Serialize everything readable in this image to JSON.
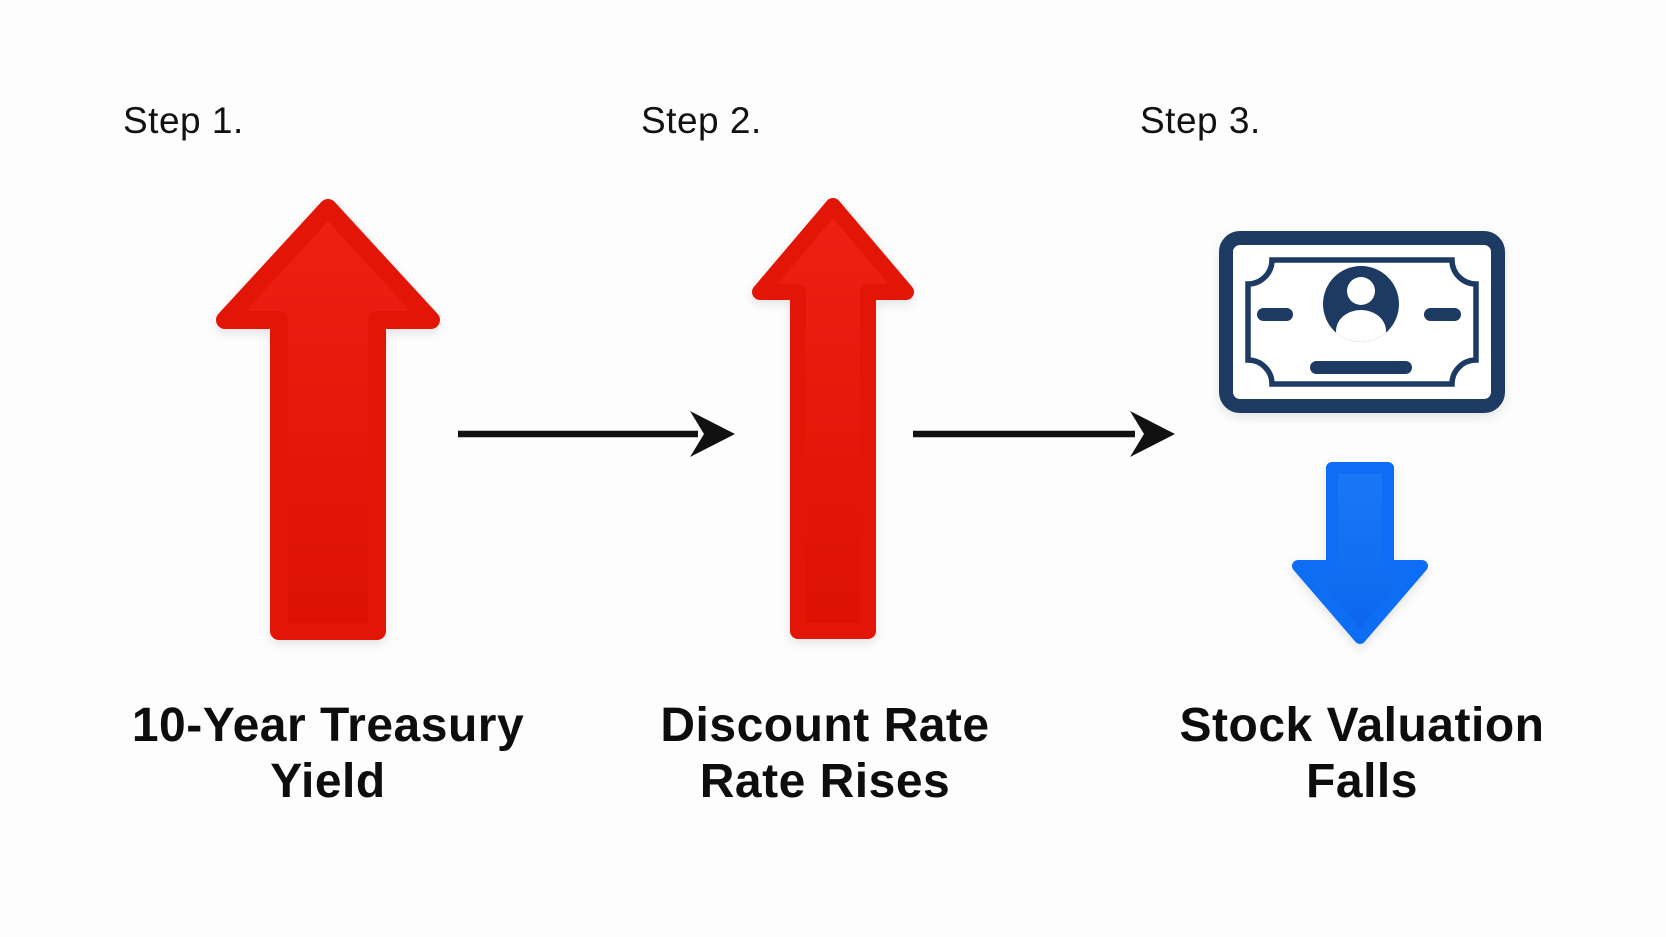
{
  "diagram": {
    "title_hint": "3-step flow: rising treasury yield raises discount rate which lowers stock valuation",
    "background": "#fdfdfd"
  },
  "colors": {
    "arrow_red": "#e31507",
    "arrow_red_dark": "#d91104",
    "arrow_blue": "#0d6ef5",
    "banknote_navy": "#1c3a62",
    "connector_black": "#111111",
    "text_black": "#0d0d0d"
  },
  "steps": [
    {
      "label": "Step 1.",
      "icon": "red-up-arrow-large",
      "caption_line1": "10-Year Treasury",
      "caption_line2": "Yield"
    },
    {
      "label": "Step 2.",
      "icon": "red-up-arrow",
      "caption_line1": "Discount Rate",
      "caption_line2": "Rate Rises"
    },
    {
      "label": "Step 3.",
      "icon": "banknote-and-blue-down-arrow",
      "caption_line1": "Stock Valuation",
      "caption_line2": "Falls"
    }
  ],
  "connectors": [
    {
      "name": "flow-arrow-step1-to-step2",
      "direction": "right"
    },
    {
      "name": "flow-arrow-step2-to-step3",
      "direction": "right"
    }
  ]
}
